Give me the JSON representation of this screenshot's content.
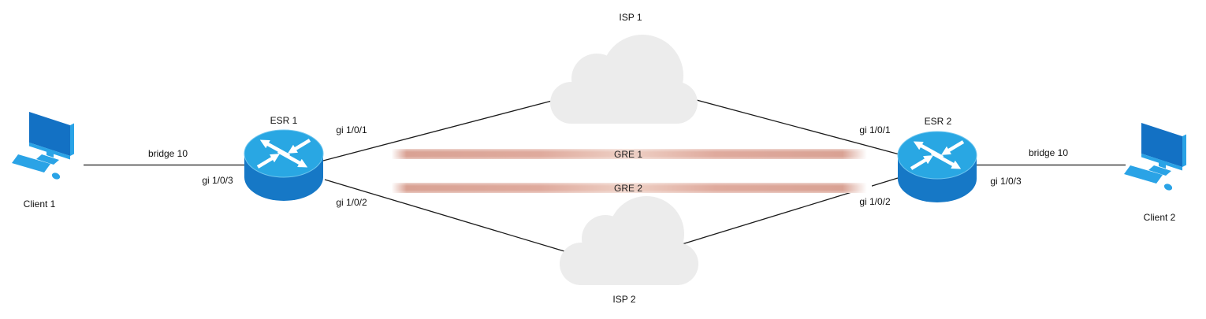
{
  "diagram": {
    "nodes": {
      "client1": {
        "label": "Client 1",
        "type": "computer"
      },
      "esr1": {
        "label": "ESR 1",
        "type": "router"
      },
      "isp1": {
        "label": "ISP 1",
        "type": "cloud"
      },
      "isp2": {
        "label": "ISP 2",
        "type": "cloud"
      },
      "esr2": {
        "label": "ESR 2",
        "type": "router"
      },
      "client2": {
        "label": "Client 2",
        "type": "computer"
      }
    },
    "interface_labels": {
      "esr1_bridge10": "bridge 10",
      "esr1_gi_1_0_3": "gi 1/0/3",
      "esr1_gi_1_0_1": "gi 1/0/1",
      "esr1_gi_1_0_2": "gi 1/0/2",
      "esr2_gi_1_0_1": "gi 1/0/1",
      "esr2_gi_1_0_2": "gi 1/0/2",
      "esr2_gi_1_0_3": "gi 1/0/3",
      "esr2_bridge10": "bridge 10"
    },
    "tunnels": {
      "gre1": "GRE 1",
      "gre2": "GRE 2"
    },
    "colors": {
      "router_top": "#29a7e3",
      "router_body": "#1678c6",
      "computer_dark": "#1371c4",
      "computer_light": "#2aa3e6",
      "cloud_fill": "#ececec",
      "tunnel_salmon": "#dfaa9d",
      "tunnel_highlight": "#eed0c5",
      "connector_line": "#1a1a1a"
    },
    "icons": {
      "router": "router-icon",
      "computer": "computer-icon",
      "cloud": "cloud-icon",
      "tunnel": "tunnel-bar"
    }
  }
}
